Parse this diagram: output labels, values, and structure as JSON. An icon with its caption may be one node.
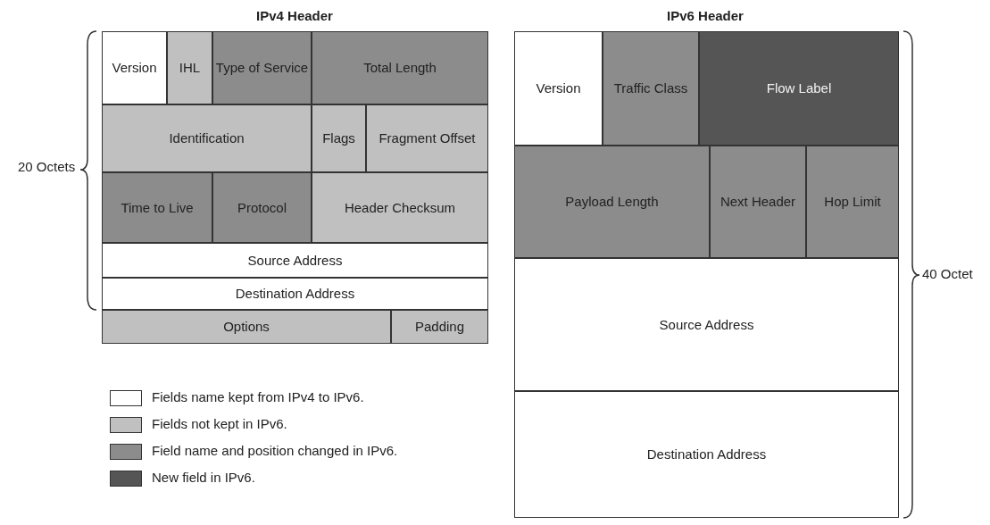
{
  "diagram": {
    "nodes": [
      {
        "text": [
          "Version"
        ]
      },
      {
        "text": [
          "IHL"
        ]
      },
      {
        "text": [
          "Type of Service"
        ]
      },
      {
        "text": [
          "Total Length"
        ]
      },
      {
        "text": [
          "Identification"
        ]
      },
      {
        "text": [
          "Flags"
        ]
      },
      {
        "text": [
          "Fragment Offset"
        ]
      },
      {
        "text": [
          "Time to Live"
        ]
      },
      {
        "text": [
          "Protocol"
        ]
      },
      {
        "text": [
          "Header Checksum"
        ]
      },
      {
        "text": [
          "Source Address"
        ]
      },
      {
        "text": [
          "Destination Address"
        ]
      },
      {
        "text": [
          "Options"
        ]
      },
      {
        "text": [
          "Padding"
        ]
      },
      {
        "text": [
          "Version"
        ]
      },
      {
        "text": [
          "Traffic Class"
        ]
      },
      {
        "text": [
          "Flow Label"
        ]
      },
      {
        "text": [
          "Payload Length"
        ]
      },
      {
        "text": [
          "Next Header"
        ]
      },
      {
        "text": [
          "Hop Limit"
        ]
      },
      {
        "text": [
          "Source Address"
        ]
      },
      {
        "text": [
          "Destination Address"
        ]
      }
    ],
    "labels": [
      "IPv4 Header",
      "IPv6 Header",
      "20 Octets",
      "40 Octet"
    ],
    "legend": [
      {
        "text": "Fields name kept from IPv4 to IPv6.",
        "color": "#ffffff"
      },
      {
        "text": "Fields not kept in IPv6.",
        "color": "#c0c0c0"
      },
      {
        "text": "Field name and position changed in IPv6.",
        "color": "#8c8c8c"
      },
      {
        "text": "New field in IPv6.",
        "color": "#555555"
      }
    ]
  }
}
